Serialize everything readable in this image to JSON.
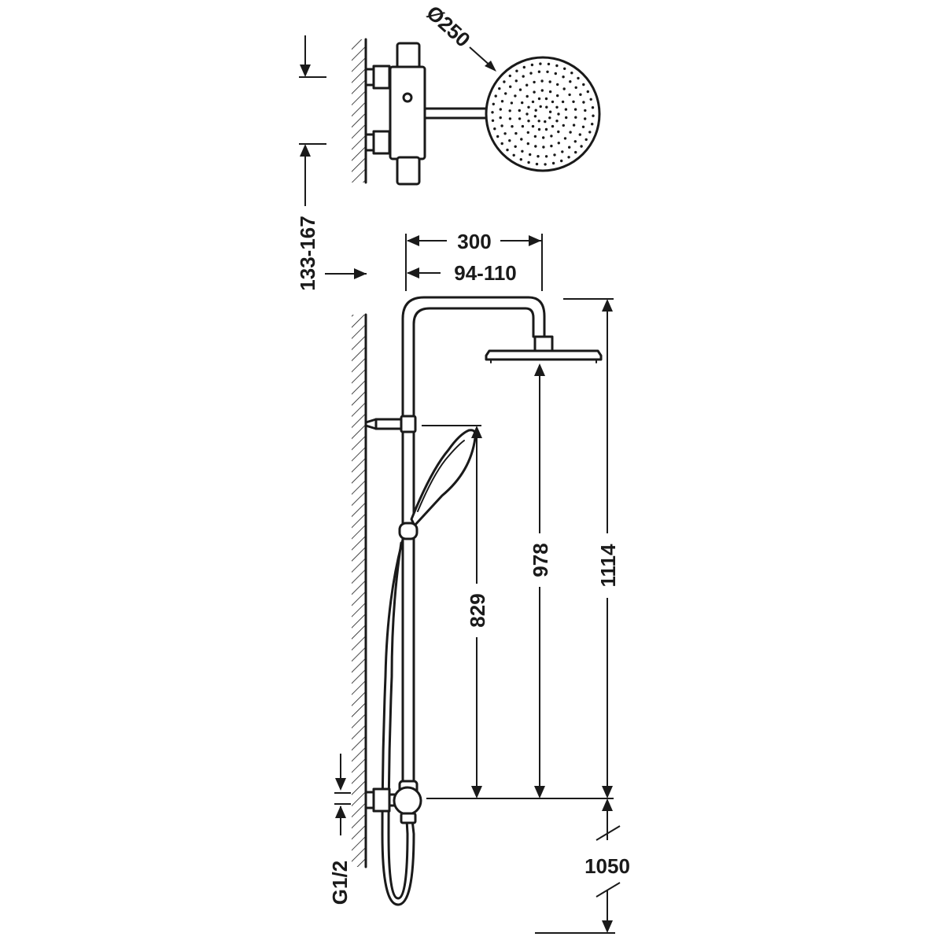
{
  "dimensions": {
    "head_diameter": "Ø250",
    "wall_offset": "133-167",
    "arm_reach": "300",
    "arm_offset": "94-110",
    "hand_shower_height": "829",
    "head_height": "978",
    "total_height": "1114",
    "floor_offset": "1050",
    "connection_thread": "G1/2"
  },
  "colors": {
    "line": "#1a1a1a",
    "background": "#ffffff"
  }
}
